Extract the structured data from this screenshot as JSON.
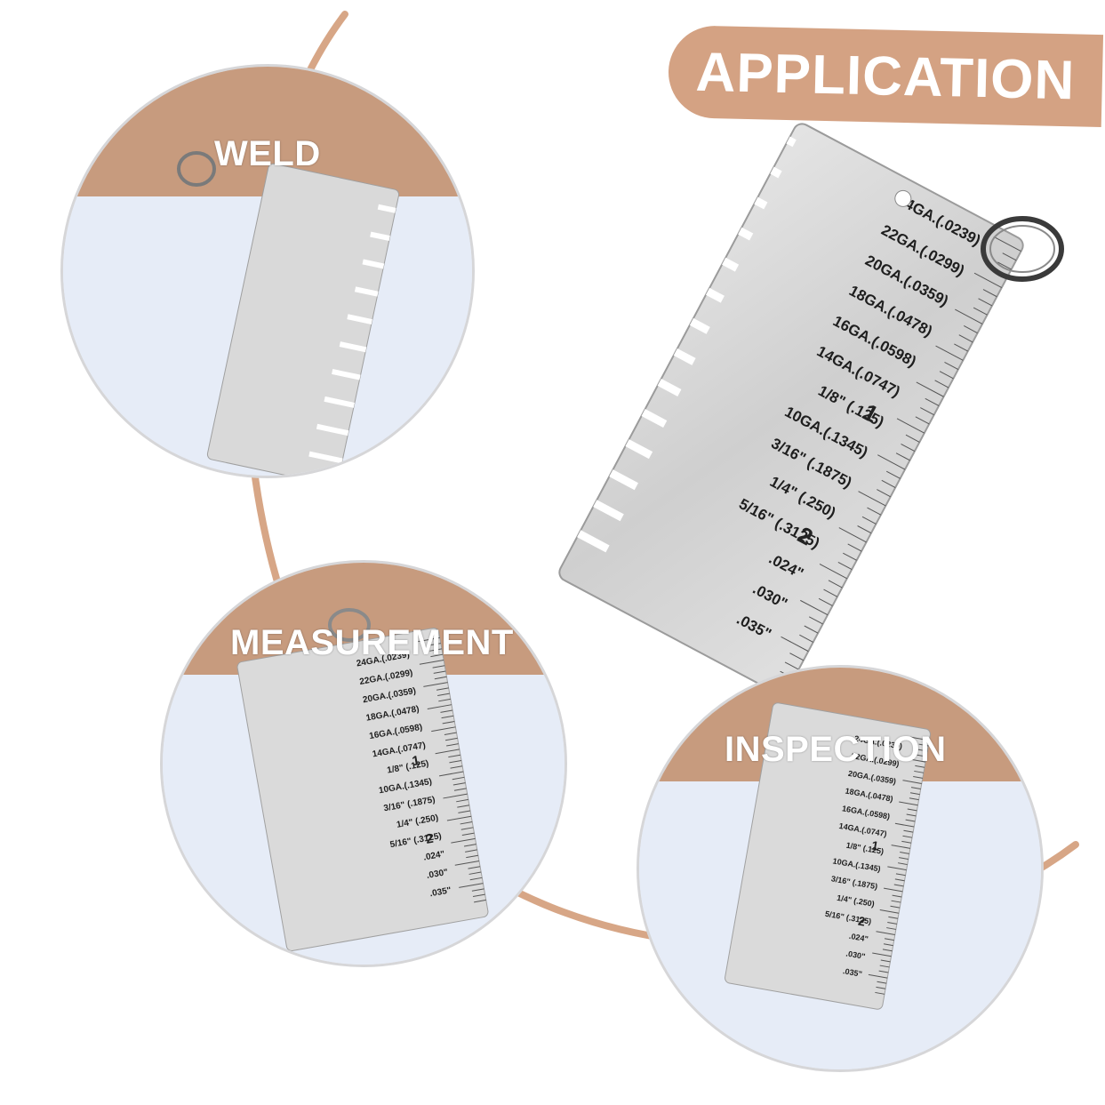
{
  "header": {
    "title": "APPLICATION"
  },
  "circles": {
    "weld": {
      "label": "WELD"
    },
    "measurement": {
      "label": "MEASUREMENT"
    },
    "inspection": {
      "label": "INSPECTION"
    }
  },
  "gauge": {
    "labels": [
      "24GA.(.0239)",
      "22GA.(.0299)",
      "20GA.(.0359)",
      "18GA.(.0478)",
      "16GA.(.0598)",
      "14GA.(.0747)",
      "1/8\" (.125)",
      "10GA.(.1345)",
      "3/16\" (.1875)",
      "1/4\" (.250)",
      "5/16\" (.3125)",
      ".024\"",
      ".030\"",
      ".035\""
    ],
    "marks": [
      "1",
      "2"
    ]
  },
  "colors": {
    "accent": "#d4a283",
    "band": "#c79b7e",
    "arc": "#d7a686",
    "steel": "#dcdcdc"
  }
}
